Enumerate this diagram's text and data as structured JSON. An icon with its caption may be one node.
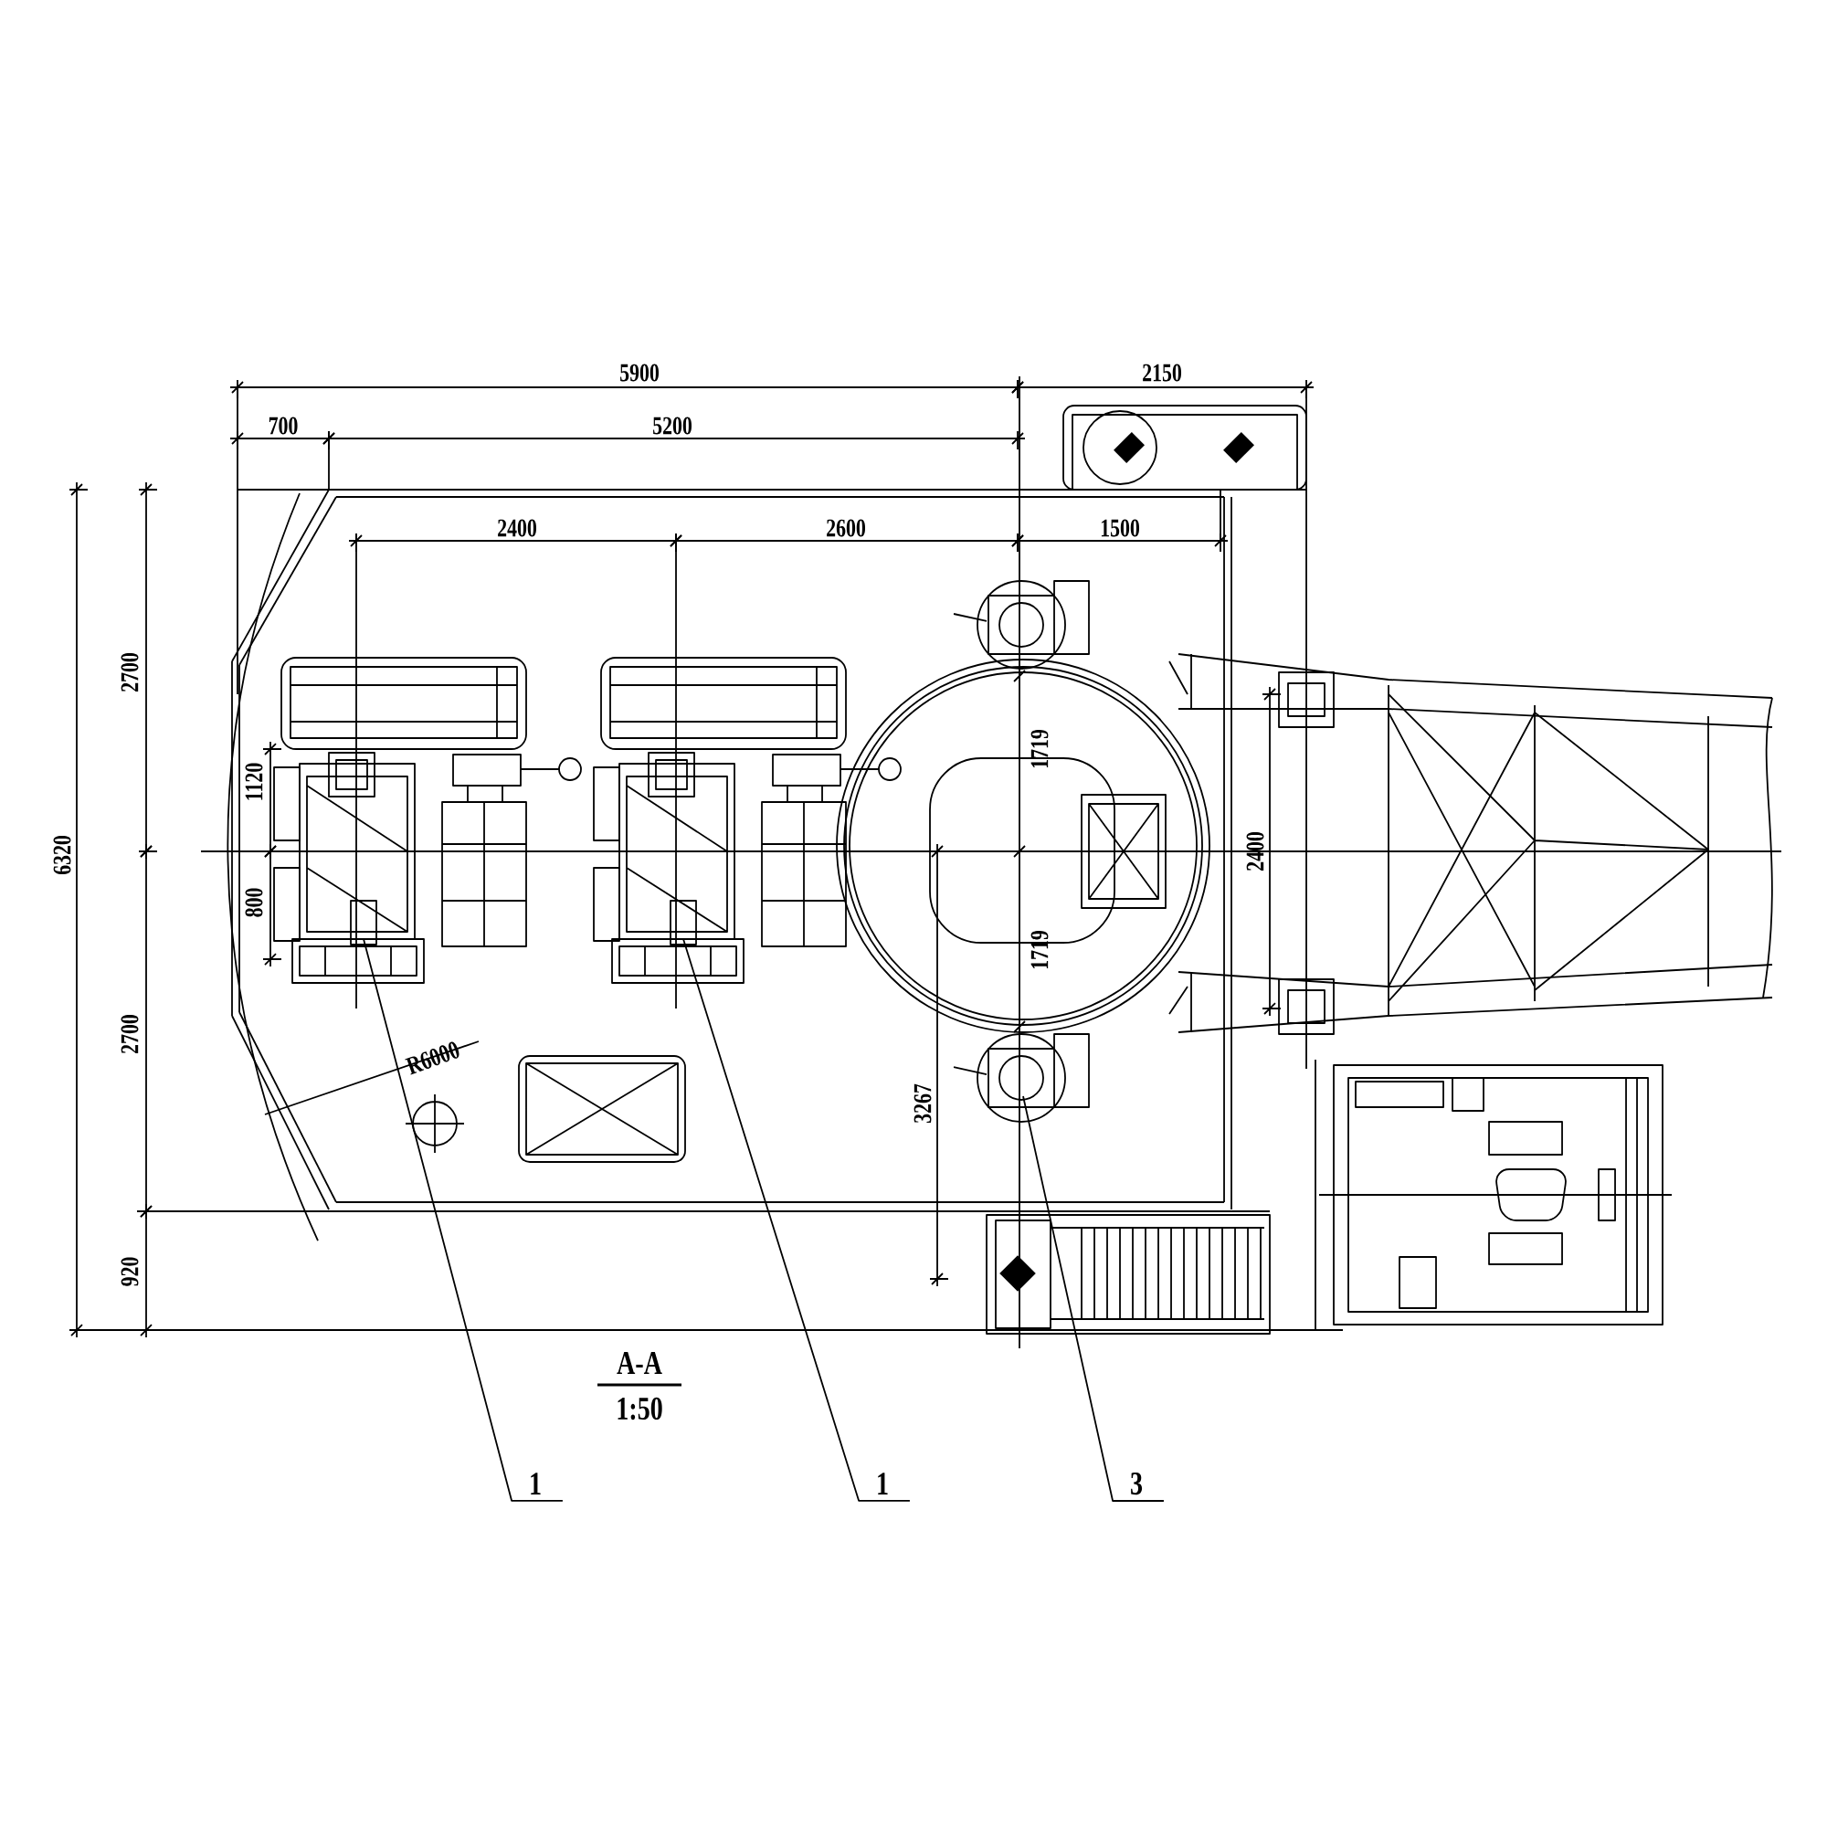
{
  "diagram": {
    "nodes": [
      {
        "text": [
          "1"
        ]
      },
      {
        "text": [
          "1"
        ]
      },
      {
        "text": [
          "3"
        ]
      }
    ],
    "edges": [
      {
        "from": 0,
        "to": null,
        "arrow": "none"
      },
      {
        "from": 1,
        "to": null,
        "arrow": "none"
      },
      {
        "from": 2,
        "to": null,
        "arrow": "none"
      }
    ],
    "labels": [
      "5900",
      "2150",
      "700",
      "5200",
      "2400",
      "2600",
      "1500",
      "6320",
      "2700",
      "1120",
      "1719",
      "2400",
      "800",
      "1719",
      "2700",
      "R6000",
      "3267",
      "920",
      "A-A",
      "1:50"
    ]
  }
}
